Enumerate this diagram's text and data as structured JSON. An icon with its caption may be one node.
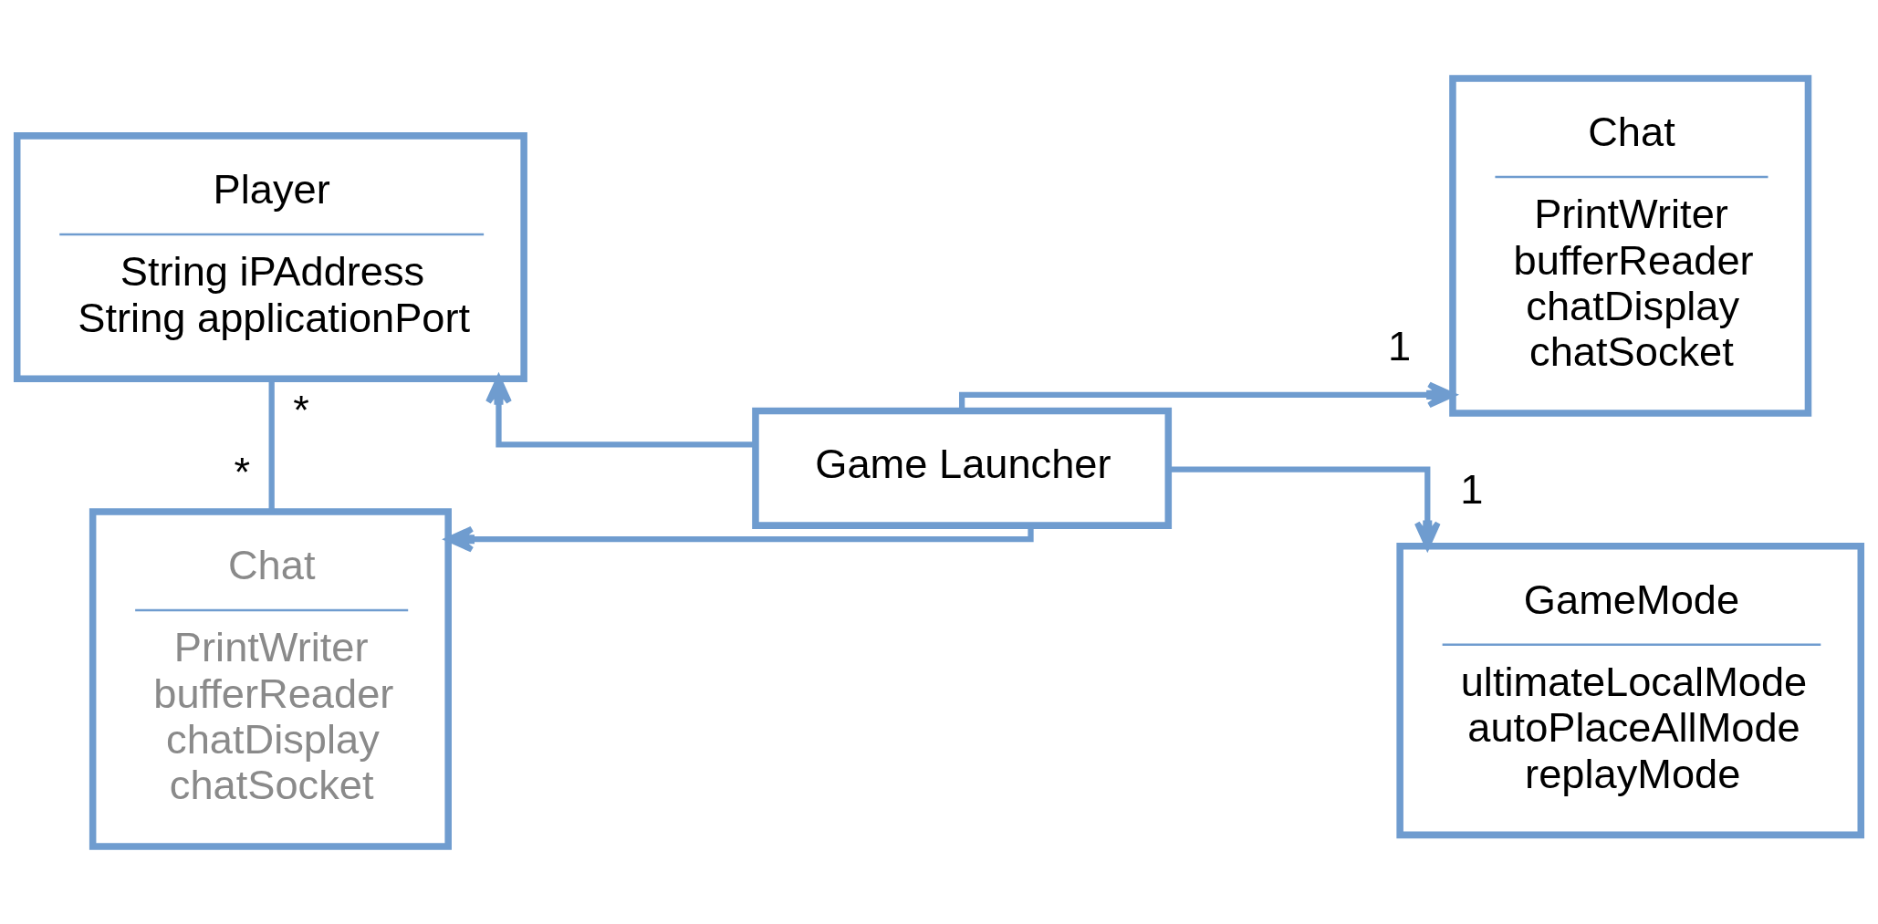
{
  "diagram": {
    "nodes": [
      {
        "text": [
          "Player",
          "String iPAddress",
          "String applicationPort"
        ]
      },
      {
        "text": [
          "Chat",
          "PrintWriter",
          "bufferReader",
          "chatDisplay",
          "chatSocket"
        ]
      },
      {
        "text": [
          "Game Launcher"
        ]
      },
      {
        "text": [
          "Chat",
          "PrintWriter",
          "bufferReader",
          "chatDisplay",
          "chatSocket"
        ]
      },
      {
        "text": [
          "GameMode",
          "ultimateLocalMode",
          "autoPlaceAllMode",
          "replayMode"
        ]
      }
    ],
    "edges": [
      {
        "from": 2,
        "to": 0,
        "arrow": "to"
      },
      {
        "from": 2,
        "to": 1,
        "arrow": "to",
        "label": "1"
      },
      {
        "from": 2,
        "to": 3,
        "arrow": "to"
      },
      {
        "from": 2,
        "to": 4,
        "arrow": "to",
        "label": "1"
      },
      {
        "from": 0,
        "to": 3,
        "arrow": "none"
      }
    ],
    "labels": [
      "*",
      "*"
    ]
  }
}
